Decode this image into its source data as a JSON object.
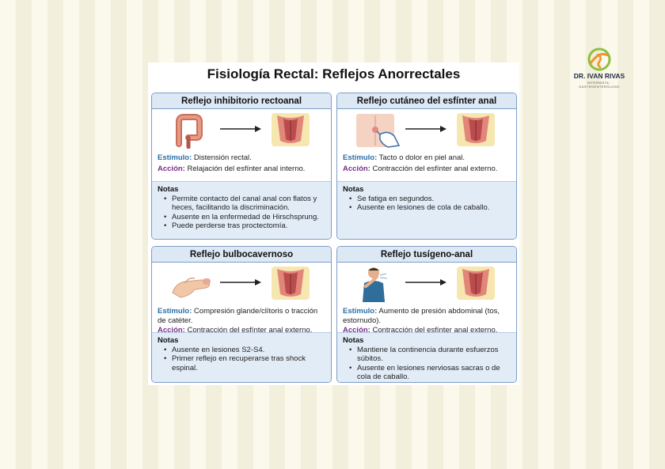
{
  "title": "Fisiología Rectal: Reflejos Anorrectales",
  "labels": {
    "stimulus": "Estímulo:",
    "action": "Acción:",
    "notes": "Notas"
  },
  "logo": {
    "name": "DR. IVAN RIVAS",
    "subtitle": "INTERNISTA · GASTROENTERÓLOGO"
  },
  "colors": {
    "stimulus": "#2a6ea8",
    "action": "#7a2e8a",
    "header_bg": "#dde8f5",
    "notes_bg": "#e2ecf7",
    "border": "#7d9dc6"
  },
  "cards": [
    {
      "title": "Reflejo inhibitorio rectoanal",
      "icon": "colon-icon",
      "stimulus": "Distensión rectal.",
      "action": "Relajación del esfínter anal interno.",
      "notes": [
        "Permite contacto del canal anal con flatos y heces, facilitando la discriminación.",
        "Ausente en la enfermedad de Hirschsprung.",
        "Puede perderse tras proctectomía."
      ]
    },
    {
      "title": "Reflejo cutáneo del esfínter anal",
      "icon": "skin-touch-icon",
      "stimulus": "Tacto o dolor en piel anal.",
      "action": "Contracción del esfínter anal externo.",
      "notes": [
        "Se fatiga en segundos.",
        "Ausente en lesiones de cola de caballo."
      ]
    },
    {
      "title": "Reflejo bulbocavernoso",
      "icon": "hand-compression-icon",
      "stimulus": "Compresión glande/clítoris o tracción de catéter.",
      "action": "Contracción del esfínter anal externo.",
      "notes": [
        "Ausente en lesiones S2-S4.",
        "Primer reflejo en recuperarse tras shock espinal."
      ]
    },
    {
      "title": "Reflejo tusígeno-anal",
      "icon": "coughing-person-icon",
      "stimulus": "Aumento de presión abdominal (tos, estornudo).",
      "action": "Contracción del esfínter anal externo.",
      "notes": [
        "Mantiene la continencia durante esfuerzos súbitos.",
        "Ausente en lesiones nerviosas sacras o de cola de caballo."
      ]
    }
  ]
}
